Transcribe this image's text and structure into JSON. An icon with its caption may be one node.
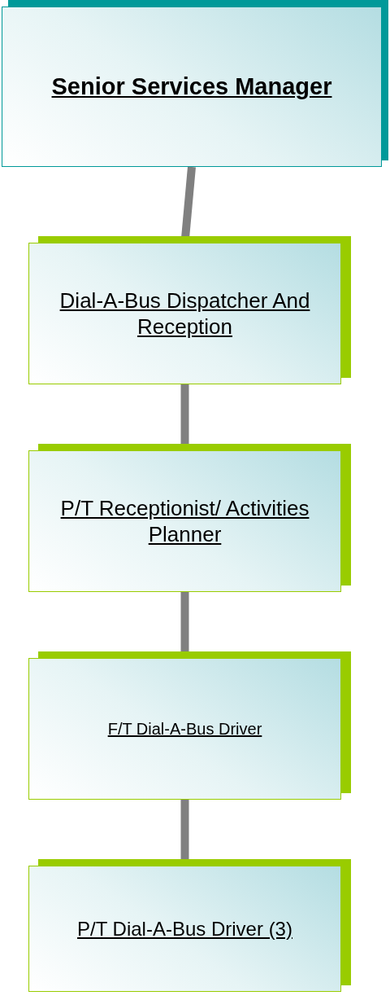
{
  "diagram": {
    "nodes": [
      {
        "text": [
          "Senior Services Manager"
        ]
      },
      {
        "text": [
          "Dial-A-Bus Dispatcher And Reception"
        ]
      },
      {
        "text": [
          "P/T Receptionist/ Activities Planner"
        ]
      },
      {
        "text": [
          "F/T Dial-A-Bus Driver"
        ]
      },
      {
        "text": [
          "P/T Dial-A-Bus Driver (3)"
        ]
      }
    ],
    "edges": [
      {
        "from": 0,
        "to": 1,
        "arrow": "none"
      },
      {
        "from": 1,
        "to": 2,
        "arrow": "none"
      },
      {
        "from": 2,
        "to": 3,
        "arrow": "none"
      },
      {
        "from": 3,
        "to": 4,
        "arrow": "none"
      }
    ]
  }
}
